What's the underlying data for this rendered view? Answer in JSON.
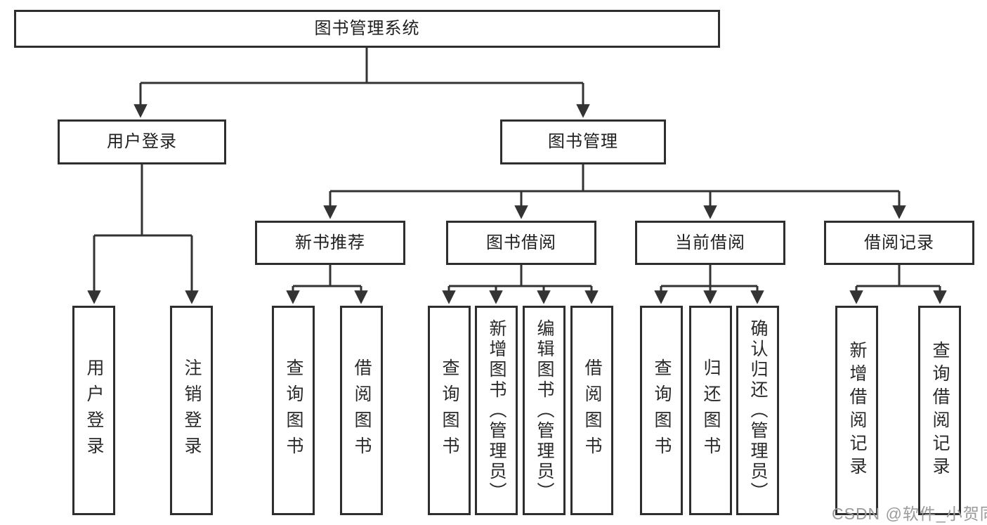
{
  "diagram": {
    "root": {
      "label": "图书管理系统"
    },
    "branches": [
      {
        "label": "用户登录",
        "children": [
          {
            "label": "用户登录"
          },
          {
            "label": "注销登录"
          }
        ]
      },
      {
        "label": "图书管理",
        "children": [
          {
            "label": "新书推荐",
            "children": [
              {
                "label": "查询图书"
              },
              {
                "label": "借阅图书"
              }
            ]
          },
          {
            "label": "图书借阅",
            "children": [
              {
                "label": "查询图书"
              },
              {
                "label": "新增图书（管理员）"
              },
              {
                "label": "编辑图书（管理员）"
              },
              {
                "label": "借阅图书"
              }
            ]
          },
          {
            "label": "当前借阅",
            "children": [
              {
                "label": "查询图书"
              },
              {
                "label": "归还图书"
              },
              {
                "label": "确认归还（管理员）"
              }
            ]
          },
          {
            "label": "借阅记录",
            "children": [
              {
                "label": "新增借阅记录"
              },
              {
                "label": "查询借阅记录"
              }
            ]
          }
        ]
      }
    ]
  },
  "watermark": {
    "text": "CSDN @软件_小贺同学"
  },
  "colors": {
    "line": "#333333",
    "box_border": "#2e2e2e",
    "text": "#1f1f1f",
    "watermark": "#9a9a9a",
    "background": "#ffffff"
  }
}
